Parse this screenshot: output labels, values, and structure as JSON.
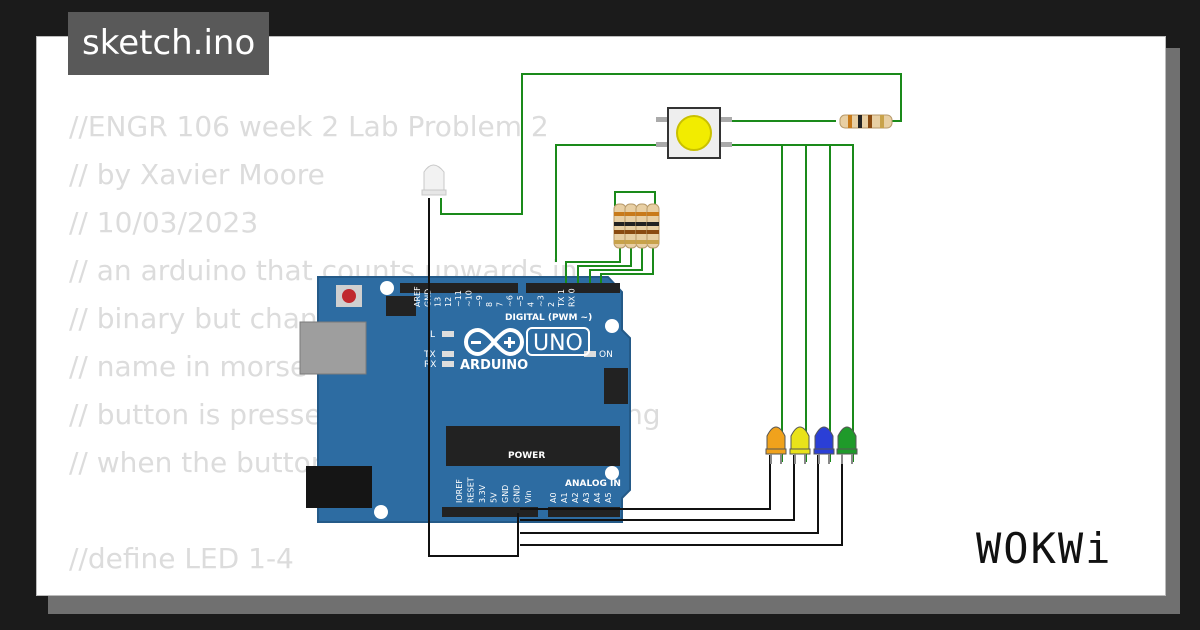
{
  "tab": {
    "filename": "sketch.ino"
  },
  "code_lines": [
    "//ENGR 106 week 2 Lab Problem 2",
    "// by Xavier Moore",
    "// 10/03/2023",
    "// an arduino that counts upwards in",
    "// binary but changes to outputting my",
    "// name in morse code when the yellow",
    "// button is pressed and resumes counting",
    "// when the button is released",
    "",
    "//define LED 1-4"
  ],
  "board": {
    "brand": "ARDUINO",
    "model": "UNO",
    "digital_label": "DIGITAL (PWM ~)",
    "power_label": "POWER",
    "analog_label": "ANALOG IN",
    "on_label": "ON",
    "l_label": "L",
    "tx_label": "TX",
    "rx_label": "RX",
    "digital_pins": [
      "AREF",
      "GND",
      "13",
      "12",
      "~11",
      "~10",
      "~9",
      "8",
      "7",
      "~6",
      "~5",
      "4",
      "~3",
      "2",
      "TX 1",
      "RX 0"
    ],
    "power_pins": [
      "IOREF",
      "RESET",
      "3.3V",
      "5V",
      "GND",
      "GND",
      "Vin"
    ],
    "analog_pins": [
      "A0",
      "A1",
      "A2",
      "A3",
      "A4",
      "A5"
    ]
  },
  "components": {
    "leds": [
      {
        "name": "led-orange",
        "color": "#f0a21c"
      },
      {
        "name": "led-yellow",
        "color": "#e9e21a"
      },
      {
        "name": "led-blue",
        "color": "#2b3fd6"
      },
      {
        "name": "led-green",
        "color": "#1f9a2a"
      }
    ],
    "white_led": {
      "color": "#f2f2f2"
    },
    "pushbutton": {
      "cap_color": "#f2ec00"
    },
    "wire_color": "#1a8a1a"
  },
  "brand": {
    "logo": "WOKWi"
  }
}
